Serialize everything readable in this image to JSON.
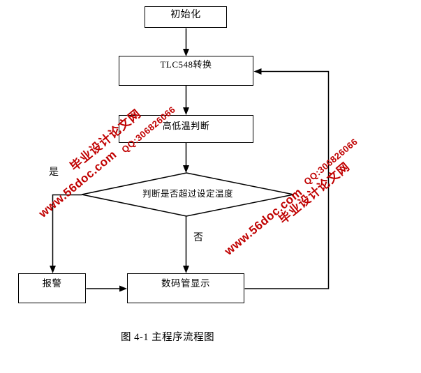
{
  "page": {
    "background": "#ffffff",
    "ink_color": "#000000"
  },
  "diagram": {
    "caption": "图 4-1 主程序流程图",
    "nodes": {
      "init": "初始化",
      "adc": "TLC548转换",
      "temp_judge": "高低温判断",
      "decision": "判断是否超过设定温度",
      "alarm": "报警",
      "display": "数码管显示"
    },
    "edge_labels": {
      "yes": "是",
      "no": "否"
    }
  },
  "watermark": {
    "color": "#c00000",
    "site_name": "毕业设计论文网",
    "url": "www.56doc.com",
    "qq": "QQ:306826066"
  }
}
